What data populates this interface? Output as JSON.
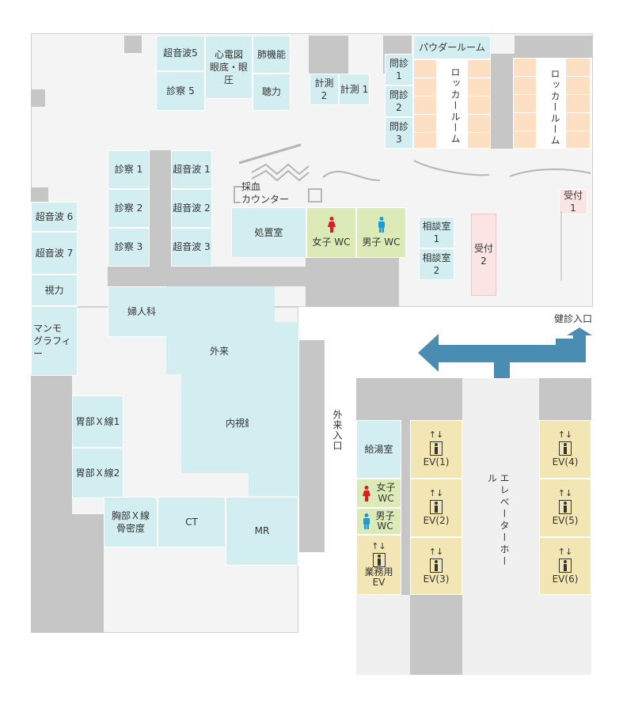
{
  "colors": {
    "room": "#d3eef0",
    "wc": "#dceab8",
    "elevator": "#f2e6b5",
    "locker": "#fde0c4",
    "reception": "#fbe4e4",
    "wall": "#c6c6c6",
    "arrow": "#4a8db3",
    "female_icon": "#d61f26",
    "male_icon": "#1d9bd7"
  },
  "rooms": {
    "ultrasound5": "超音波5",
    "ecg_eye": "心電図\n眼底・眼圧",
    "lung": "肺機能",
    "consult5": "診察 5",
    "hearing": "聴力",
    "measure2": "計測 2",
    "measure1": "計測 1",
    "powder": "パウダールーム",
    "interview1": "問診 1",
    "interview2": "問診 2",
    "interview3": "問診 3",
    "locker_a": "ロッカールーム",
    "locker_b": "ロッカールーム",
    "consult1": "診察 1",
    "consult2": "診察 2",
    "consult3": "診察 3",
    "ultrasound1": "超音波 1",
    "ultrasound2": "超音波 2",
    "ultrasound3": "超音波 3",
    "blood": "採血\nカウンター",
    "treatment": "処置室",
    "wc_female": "女子 WC",
    "wc_male": "男子 WC",
    "counsel1": "相談室1",
    "counsel2": "相談室 2",
    "reception1": "受付 1",
    "reception2": "受付 2",
    "ultrasound6": "超音波 6",
    "ultrasound7": "超音波 7",
    "vision": "視力",
    "mammo": "マンモ\nグラフィー",
    "gyn": "婦人科",
    "outpatient": "外来",
    "endoscopy": "内視鏡",
    "xray1": "胃部Ｘ線1",
    "xray2": "胃部Ｘ線2",
    "chest": "胸部Ｘ線\n骨密度",
    "ct": "CT",
    "mr": "MR",
    "kyuto": "給湯室",
    "wc_female2": "女子\nWC",
    "wc_male2": "男子\nWC",
    "service_ev": "業務用\nEV",
    "ev1": "EV(1)",
    "ev2": "EV(2)",
    "ev3": "EV(3)",
    "ev4": "EV(4)",
    "ev5": "EV(5)",
    "ev6": "EV(6)",
    "ev_hall": "エレベーターホール"
  },
  "entrances": {
    "checkup": "健診入口",
    "outpatient": "外来入口"
  },
  "icons": {
    "updown": "↑↓",
    "female": "female-person-icon",
    "male": "male-person-icon",
    "elevator_person": "elevator-person-icon"
  }
}
